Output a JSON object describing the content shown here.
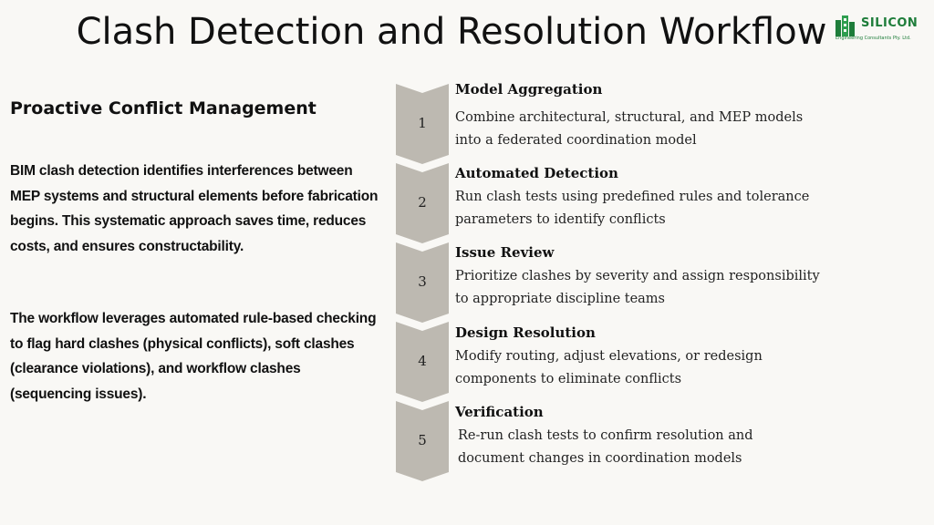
{
  "header": {
    "title": "Clash Detection and Resolution Workflow",
    "logo": {
      "brand": "SILICON",
      "tagline": "Engineering Consultants Pty. Ltd.",
      "icon": "building-logo-icon",
      "color": "#1e7d3a"
    }
  },
  "intro": {
    "subtitle": "Proactive Conflict Management",
    "paragraph1": "BIM clash detection identifies interferences between MEP systems and structural elements before fabrication begins. This systematic approach saves time, reduces costs, and ensures constructability.",
    "paragraph2": "The workflow leverages automated rule-based checking to flag hard clashes (physical conflicts), soft clashes (clearance violations), and workflow clashes (sequencing issues)."
  },
  "steps": [
    {
      "number": "1",
      "title": "Model Aggregation",
      "description": "Combine architectural, structural, and MEP models into a federated coordination model"
    },
    {
      "number": "2",
      "title": "Automated Detection",
      "description": "Run clash tests using predefined rules and tolerance parameters to identify conflicts"
    },
    {
      "number": "3",
      "title": "Issue Review",
      "description": "Prioritize clashes by severity and assign responsibility to appropriate discipline teams"
    },
    {
      "number": "4",
      "title": "Design Resolution",
      "description": "Modify routing, adjust elevations, or redesign components to eliminate conflicts"
    },
    {
      "number": "5",
      "title": "Verification",
      "description": "Re-run clash tests to confirm resolution and document changes in coordination models"
    }
  ],
  "colors": {
    "chevron_fill": "#bdb9b1",
    "background": "#f9f8f5"
  }
}
